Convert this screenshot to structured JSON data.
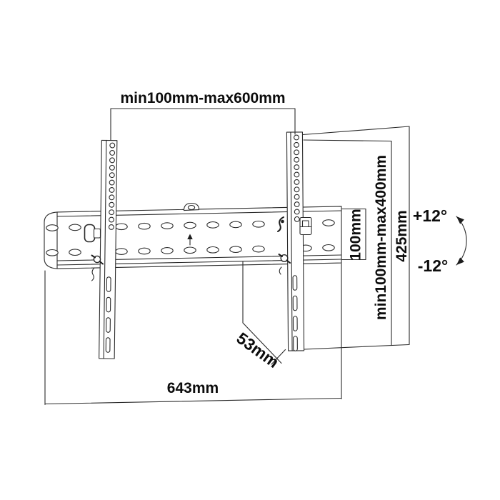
{
  "labels": {
    "mount_width_range": "min100mm-max600mm",
    "total_width": "643mm",
    "profile_depth": "53mm",
    "wall_rail_height": "100mm",
    "bracket_hole_range": "min100mm-max400mm",
    "bracket_height": "425mm",
    "tilt_up": "+12°",
    "tilt_down": "-12°"
  },
  "icons": {
    "up_arrow": "up-arrow",
    "tilt_arrow": "tilt-double-curved-arrow",
    "hanging_hook": "hanging-hook"
  },
  "colors": {
    "line": "#2b2b2b",
    "text": "#0d0d0d",
    "background": "#ffffff"
  }
}
